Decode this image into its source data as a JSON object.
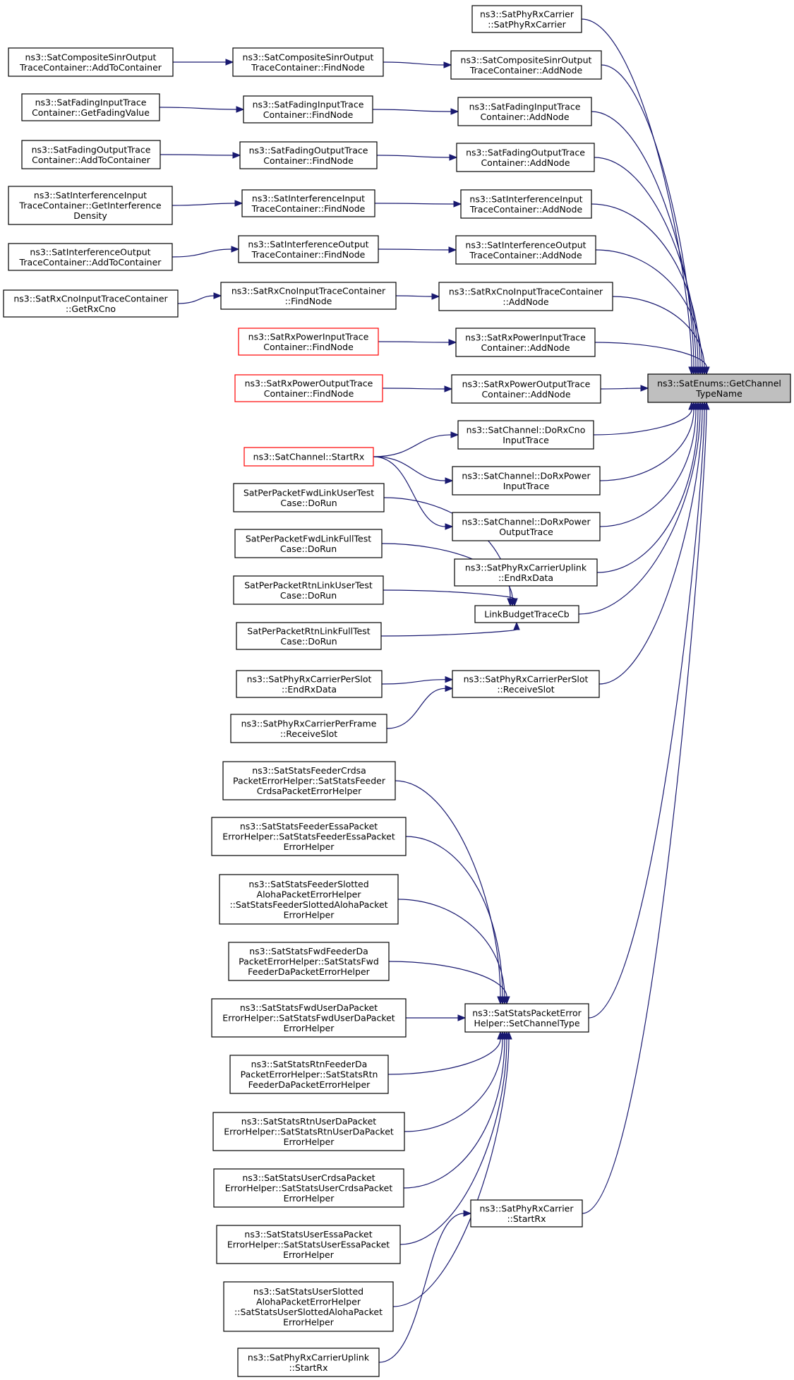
{
  "graph": {
    "nodes": [
      {
        "id": "target",
        "lines": [
          "ns3::SatEnums::GetChannel",
          "TypeName"
        ],
        "style": "target"
      },
      {
        "id": "r01",
        "lines": [
          "ns3::SatPhyRxCarrier",
          "::SatPhyRxCarrier"
        ]
      },
      {
        "id": "r02",
        "lines": [
          "ns3::SatCompositeSinrOutput",
          "TraceContainer::AddNode"
        ]
      },
      {
        "id": "r03",
        "lines": [
          "ns3::SatFadingInputTrace",
          "Container::AddNode"
        ]
      },
      {
        "id": "r04",
        "lines": [
          "ns3::SatFadingOutputTrace",
          "Container::AddNode"
        ]
      },
      {
        "id": "r05",
        "lines": [
          "ns3::SatInterferenceInput",
          "TraceContainer::AddNode"
        ]
      },
      {
        "id": "r06",
        "lines": [
          "ns3::SatInterferenceOutput",
          "TraceContainer::AddNode"
        ]
      },
      {
        "id": "r07",
        "lines": [
          "ns3::SatRxCnoInputTraceContainer",
          "::AddNode"
        ]
      },
      {
        "id": "r08",
        "lines": [
          "ns3::SatRxPowerInputTrace",
          "Container::AddNode"
        ]
      },
      {
        "id": "r09",
        "lines": [
          "ns3::SatRxPowerOutputTrace",
          "Container::AddNode"
        ]
      },
      {
        "id": "r10",
        "lines": [
          "ns3::SatChannel::DoRxCno",
          "InputTrace"
        ]
      },
      {
        "id": "r11",
        "lines": [
          "ns3::SatChannel::DoRxPower",
          "InputTrace"
        ]
      },
      {
        "id": "r12",
        "lines": [
          "ns3::SatChannel::DoRxPower",
          "OutputTrace"
        ]
      },
      {
        "id": "r13",
        "lines": [
          "ns3::SatPhyRxCarrierUplink",
          "::EndRxData"
        ]
      },
      {
        "id": "r14",
        "lines": [
          "LinkBudgetTraceCb"
        ]
      },
      {
        "id": "r15",
        "lines": [
          "ns3::SatPhyRxCarrierPerSlot",
          "::ReceiveSlot"
        ]
      },
      {
        "id": "r16",
        "lines": [
          "ns3::SatStatsPacketError",
          "Helper::SetChannelType"
        ]
      },
      {
        "id": "r17",
        "lines": [
          "ns3::SatPhyRxCarrier",
          "::StartRx"
        ]
      },
      {
        "id": "m01",
        "lines": [
          "ns3::SatCompositeSinrOutput",
          "TraceContainer::FindNode"
        ]
      },
      {
        "id": "m02",
        "lines": [
          "ns3::SatFadingInputTrace",
          "Container::FindNode"
        ]
      },
      {
        "id": "m03",
        "lines": [
          "ns3::SatFadingOutputTrace",
          "Container::FindNode"
        ]
      },
      {
        "id": "m04",
        "lines": [
          "ns3::SatInterferenceInput",
          "TraceContainer::FindNode"
        ]
      },
      {
        "id": "m05",
        "lines": [
          "ns3::SatInterferenceOutput",
          "TraceContainer::FindNode"
        ]
      },
      {
        "id": "m06",
        "lines": [
          "ns3::SatRxCnoInputTraceContainer",
          "::FindNode"
        ]
      },
      {
        "id": "m07",
        "lines": [
          "ns3::SatRxPowerInputTrace",
          "Container::FindNode"
        ],
        "style": "red"
      },
      {
        "id": "m08",
        "lines": [
          "ns3::SatRxPowerOutputTrace",
          "Container::FindNode"
        ],
        "style": "red"
      },
      {
        "id": "m09",
        "lines": [
          "ns3::SatChannel::StartRx"
        ],
        "style": "red"
      },
      {
        "id": "m10",
        "lines": [
          "SatPerPacketFwdLinkUserTest",
          "Case::DoRun"
        ]
      },
      {
        "id": "m11",
        "lines": [
          "SatPerPacketFwdLinkFullTest",
          "Case::DoRun"
        ]
      },
      {
        "id": "m12",
        "lines": [
          "SatPerPacketRtnLinkUserTest",
          "Case::DoRun"
        ]
      },
      {
        "id": "m13",
        "lines": [
          "SatPerPacketRtnLinkFullTest",
          "Case::DoRun"
        ]
      },
      {
        "id": "m14",
        "lines": [
          "ns3::SatPhyRxCarrierPerSlot",
          "::EndRxData"
        ]
      },
      {
        "id": "m15",
        "lines": [
          "ns3::SatPhyRxCarrierPerFrame",
          "::ReceiveSlot"
        ]
      },
      {
        "id": "m16",
        "lines": [
          "ns3::SatStatsFeederCrdsa",
          "PacketErrorHelper::SatStatsFeeder",
          "CrdsaPacketErrorHelper"
        ]
      },
      {
        "id": "m17",
        "lines": [
          "ns3::SatStatsFeederEssaPacket",
          "ErrorHelper::SatStatsFeederEssaPacket",
          "ErrorHelper"
        ]
      },
      {
        "id": "m18",
        "lines": [
          "ns3::SatStatsFeederSlotted",
          "AlohaPacketErrorHelper",
          "::SatStatsFeederSlottedAlohaPacket",
          "ErrorHelper"
        ]
      },
      {
        "id": "m19",
        "lines": [
          "ns3::SatStatsFwdFeederDa",
          "PacketErrorHelper::SatStatsFwd",
          "FeederDaPacketErrorHelper"
        ]
      },
      {
        "id": "m20",
        "lines": [
          "ns3::SatStatsFwdUserDaPacket",
          "ErrorHelper::SatStatsFwdUserDaPacket",
          "ErrorHelper"
        ]
      },
      {
        "id": "m21",
        "lines": [
          "ns3::SatStatsRtnFeederDa",
          "PacketErrorHelper::SatStatsRtn",
          "FeederDaPacketErrorHelper"
        ]
      },
      {
        "id": "m22",
        "lines": [
          "ns3::SatStatsRtnUserDaPacket",
          "ErrorHelper::SatStatsRtnUserDaPacket",
          "ErrorHelper"
        ]
      },
      {
        "id": "m23",
        "lines": [
          "ns3::SatStatsUserCrdsaPacket",
          "ErrorHelper::SatStatsUserCrdsaPacket",
          "ErrorHelper"
        ]
      },
      {
        "id": "m24",
        "lines": [
          "ns3::SatStatsUserEssaPacket",
          "ErrorHelper::SatStatsUserEssaPacket",
          "ErrorHelper"
        ]
      },
      {
        "id": "m25",
        "lines": [
          "ns3::SatStatsUserSlotted",
          "AlohaPacketErrorHelper",
          "::SatStatsUserSlottedAlohaPacket",
          "ErrorHelper"
        ]
      },
      {
        "id": "m26",
        "lines": [
          "ns3::SatPhyRxCarrierUplink",
          "::StartRx"
        ]
      },
      {
        "id": "l01",
        "lines": [
          "ns3::SatCompositeSinrOutput",
          "TraceContainer::AddToContainer"
        ]
      },
      {
        "id": "l02",
        "lines": [
          "ns3::SatFadingInputTrace",
          "Container::GetFadingValue"
        ]
      },
      {
        "id": "l03",
        "lines": [
          "ns3::SatFadingOutputTrace",
          "Container::AddToContainer"
        ]
      },
      {
        "id": "l04",
        "lines": [
          "ns3::SatInterferenceInput",
          "TraceContainer::GetInterference",
          "Density"
        ]
      },
      {
        "id": "l05",
        "lines": [
          "ns3::SatInterferenceOutput",
          "TraceContainer::AddToContainer"
        ]
      },
      {
        "id": "l06",
        "lines": [
          "ns3::SatRxCnoInputTraceContainer",
          "::GetRxCno"
        ]
      }
    ],
    "edges": [
      [
        "r01",
        "target"
      ],
      [
        "r02",
        "target"
      ],
      [
        "r03",
        "target"
      ],
      [
        "r04",
        "target"
      ],
      [
        "r05",
        "target"
      ],
      [
        "r06",
        "target"
      ],
      [
        "r07",
        "target"
      ],
      [
        "r08",
        "target"
      ],
      [
        "r09",
        "target"
      ],
      [
        "r10",
        "target"
      ],
      [
        "r11",
        "target"
      ],
      [
        "r12",
        "target"
      ],
      [
        "r13",
        "target"
      ],
      [
        "r14",
        "target"
      ],
      [
        "r15",
        "target"
      ],
      [
        "r16",
        "target"
      ],
      [
        "r17",
        "target"
      ],
      [
        "m01",
        "r02"
      ],
      [
        "m02",
        "r03"
      ],
      [
        "m03",
        "r04"
      ],
      [
        "m04",
        "r05"
      ],
      [
        "m05",
        "r06"
      ],
      [
        "m06",
        "r07"
      ],
      [
        "m07",
        "r08"
      ],
      [
        "m08",
        "r09"
      ],
      [
        "m09",
        "r10"
      ],
      [
        "m09",
        "r11"
      ],
      [
        "m09",
        "r12"
      ],
      [
        "m10",
        "r14"
      ],
      [
        "m11",
        "r14"
      ],
      [
        "m12",
        "r14"
      ],
      [
        "m13",
        "r14"
      ],
      [
        "m14",
        "r15"
      ],
      [
        "m15",
        "r15"
      ],
      [
        "m16",
        "r16"
      ],
      [
        "m17",
        "r16"
      ],
      [
        "m18",
        "r16"
      ],
      [
        "m19",
        "r16"
      ],
      [
        "m20",
        "r16"
      ],
      [
        "m21",
        "r16"
      ],
      [
        "m22",
        "r16"
      ],
      [
        "m23",
        "r16"
      ],
      [
        "m24",
        "r16"
      ],
      [
        "m25",
        "r16"
      ],
      [
        "m26",
        "r17"
      ],
      [
        "l01",
        "m01"
      ],
      [
        "l02",
        "m02"
      ],
      [
        "l03",
        "m03"
      ],
      [
        "l04",
        "m04"
      ],
      [
        "l05",
        "m05"
      ],
      [
        "l06",
        "m06"
      ]
    ]
  }
}
